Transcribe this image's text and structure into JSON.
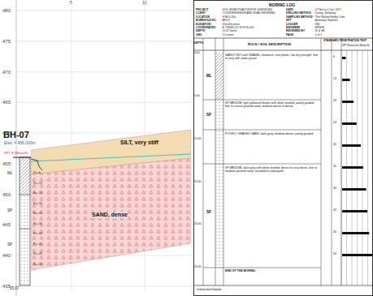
{
  "diagram": {
    "nodes": [
      {
        "text": [
          "BH-07",
          "Elev. = 456.000m"
        ]
      },
      {
        "text": [
          "SILT, very stiff"
        ]
      },
      {
        "text": [
          "SAND, dense"
        ]
      },
      {
        "text": [
          "BORING LOG"
        ]
      }
    ],
    "labels": [
      "480",
      "475",
      "470",
      "465",
      "460",
      "455",
      "450",
      "445",
      "440",
      "435",
      "5",
      "10",
      "SPT N (Blows/ft)",
      "ML",
      "SP",
      "SP",
      "N = 6",
      "N = 13",
      "N = 19",
      "N = 24",
      "N = 31",
      "N = 35",
      "N = 40",
      "N = 42",
      "N = 45",
      "N = 50",
      "25.07",
      "PROJECT",
      "CLIENT",
      "LOCATION",
      "BOREHOLE NO.",
      "ELEVATION",
      "COORDINATES",
      "DEPTH",
      "GWL",
      ": SOIL INVESTIGATION FOR GUNDRUES",
      ": COUNTERDESIGN AND ROAD WIDENING",
      ": STA 3+200",
      ": BH-07",
      ": 456.000 meter",
      ": E 178445.13 / N 9176 001",
      ": 25.07 meter",
      ": 1.4 meter",
      "DATE",
      "DRILLING METHOD",
      "SAMPLING METHOD",
      "SPT",
      "LOGGER",
      "ENGINEER",
      "REVIEWED BY",
      "PAGE",
      ": 27 Nov to 1 Dec 2017",
      ": Coring, Sampling",
      ": Thin Walled Shelby Tube",
      ": Automatic Hammer",
      ": SNI",
      ": ERWIN",
      ": ID & HS",
      ": 1 of 1",
      "DEPTH",
      "ROCK / SOIL DESCRIPTION",
      "STANDARD PENETRATION TEST",
      "SPT Blowcount (Blows/ft)",
      "0.00",
      "5.00",
      "10.00",
      "15.00",
      "20.00",
      "25.00",
      "ML",
      "SP",
      "SP",
      "SANDY SILT with GRAVEL, brownish, non plastic, low dry strength, firm to very stiff, some gravel",
      "SP-MEDIUM, light yellowish brown with white mottled, poorly graded, fine to coarse grained sand, medium dense to dense",
      "POORLY GRADED SAND, dark grey, medium dense, poorly graded",
      "SP-MEDIUM, dark grey with white mottled, dense to very dense, fine to medium grained sand, rounded to subangular",
      "END OF THE BORING",
      "6",
      "13",
      "19",
      "24",
      "31",
      "35",
      "40",
      "42",
      "45",
      "50",
      "Undisturbed Sample"
    ]
  }
}
